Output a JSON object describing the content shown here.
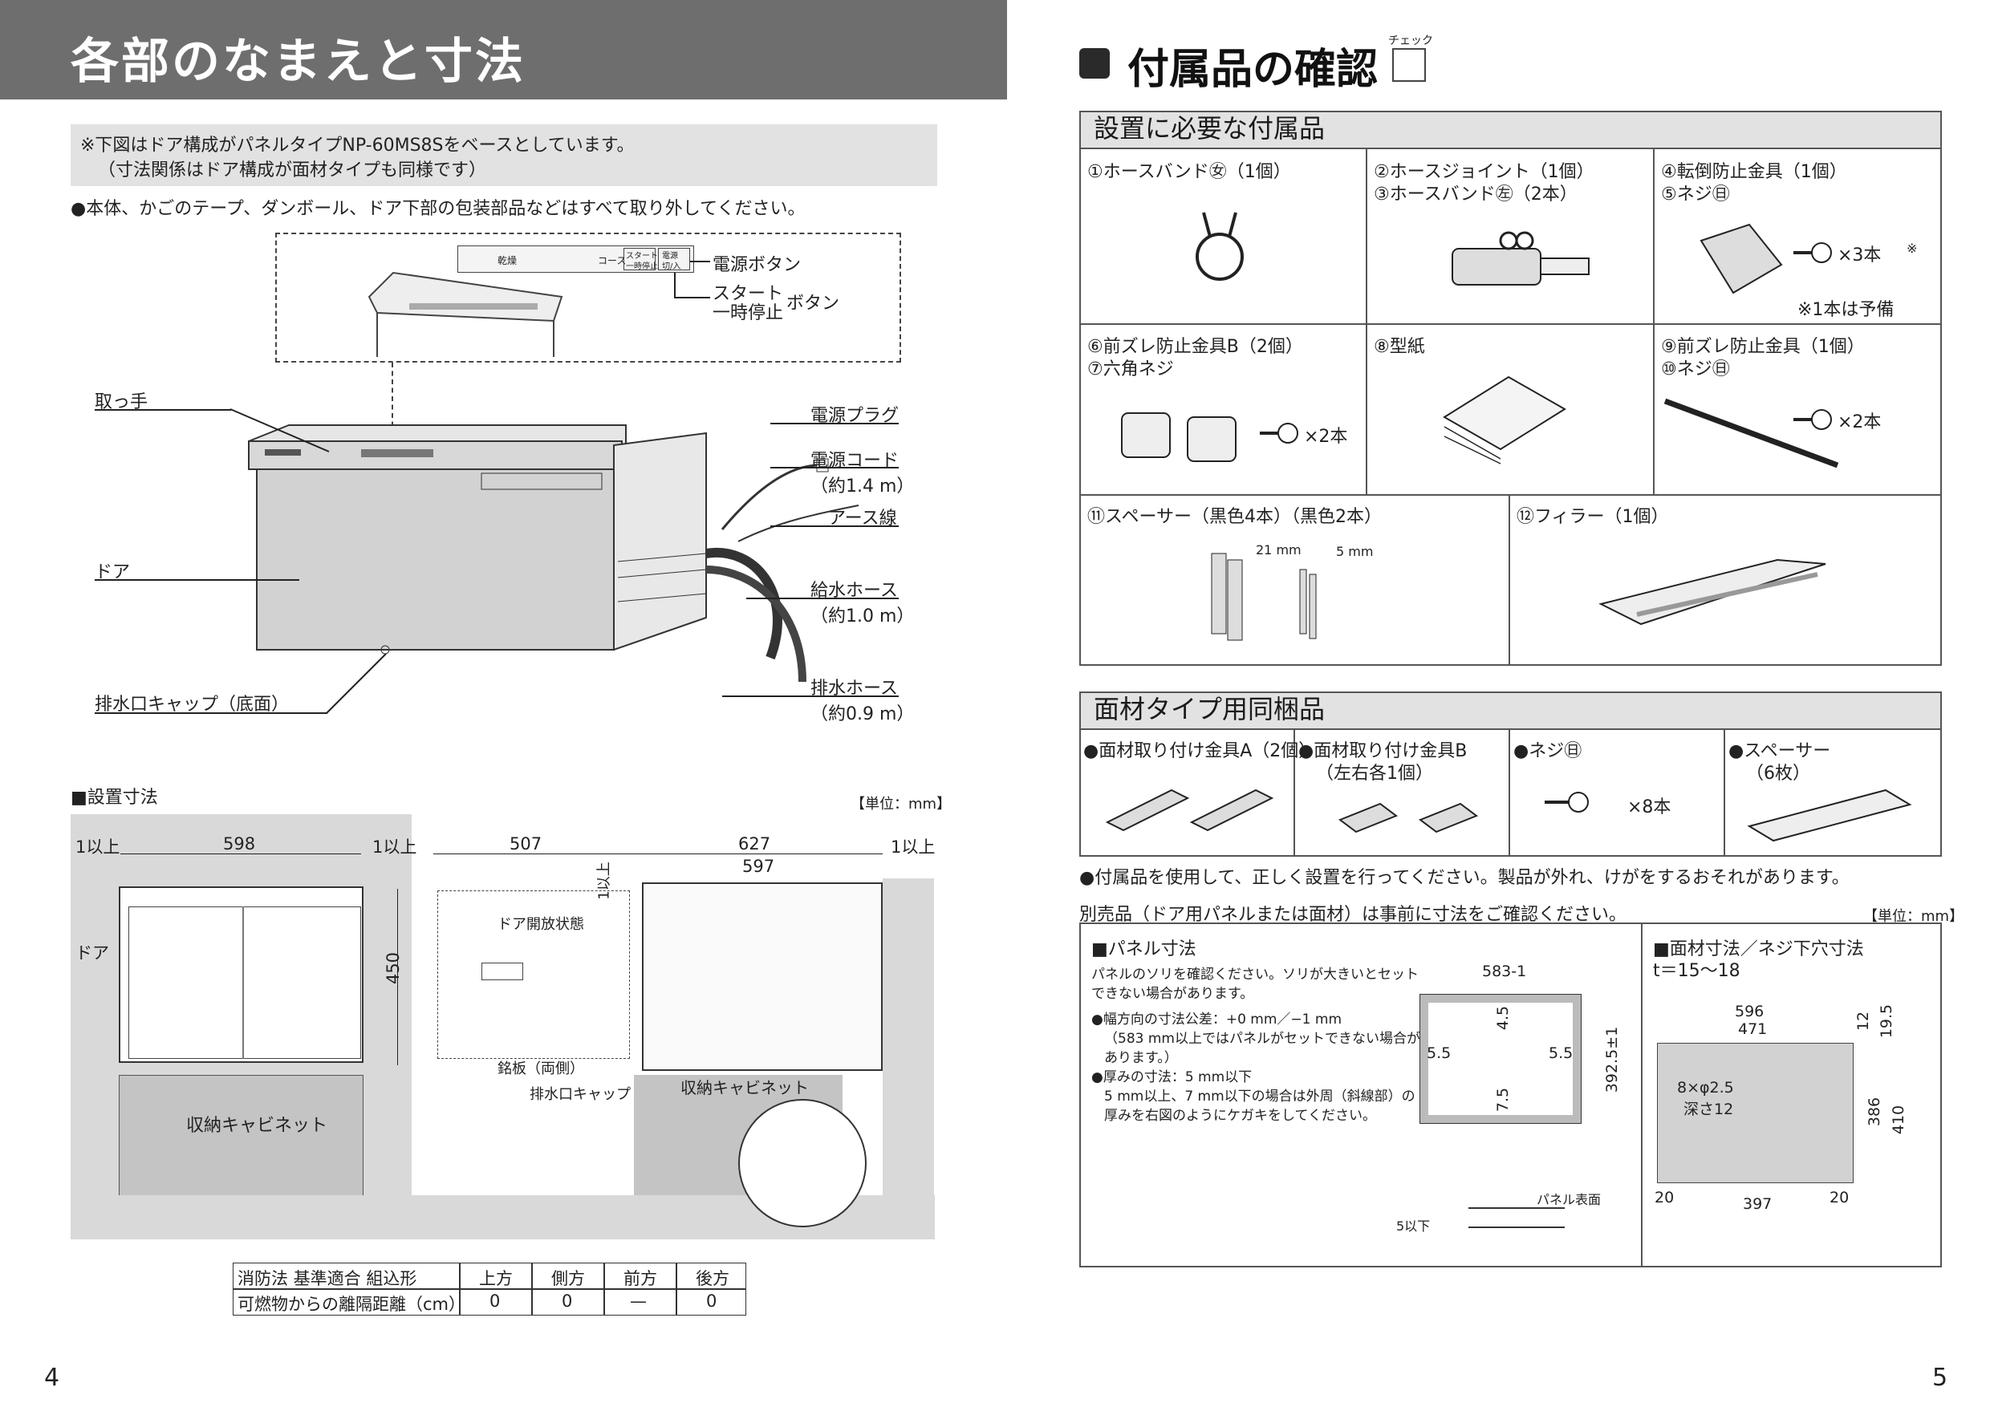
{
  "left": {
    "title": "各部のなまえと寸法",
    "note1": "※下図はドア構成がパネルタイプNP-60MS8Sをベースとしています。",
    "note2": "（寸法関係はドア構成が面材タイプも同様です）",
    "bullet": "●本体、かごのテープ、ダンボール、ドア下部の包装部品などはすべて取り外してください。",
    "panel": {
      "dry": "乾燥",
      "course": "コース",
      "start_line1": "スタート",
      "start_line2": "一時停止",
      "power_line1": "電源",
      "power_line2": "切/入"
    },
    "callouts": {
      "power_button": "電源ボタン",
      "start1": "スタート",
      "start2": "一時停止",
      "start_suffix": "ボタン",
      "handle": "取っ手",
      "plug": "電源プラグ",
      "cord": "電源コード",
      "cord_len": "（約1.4 m）",
      "earth": "アース線",
      "supply_hose": "給水ホース",
      "supply_len": "（約1.0 m）",
      "door": "ドア",
      "drain_hose": "排水ホース",
      "drain_len": "（約0.9 m）",
      "drain_cap": "排水口キャップ（底面）"
    },
    "install": {
      "heading": "■設置寸法",
      "unit": "【単位：mm】",
      "d_1a": "1以上",
      "d_598": "598",
      "d_1b": "1以上",
      "d_507": "507",
      "d_1c": "1以上",
      "d_627": "627",
      "d_597": "597",
      "d_1d": "1以上",
      "d_450": "450",
      "door": "ドア",
      "cabinet_front": "収納キャビネット",
      "door_open": "ドア開放状態",
      "nameplate": "銘板（両側）",
      "drain_cap": "排水口キャップ",
      "cabinet_side": "収納キャビネット"
    },
    "fire_table": {
      "r1c1": "消防法 基準適合 組込形",
      "r2c1": "可燃物からの離隔距離（cm）",
      "headers": [
        "上方",
        "側方",
        "前方",
        "後方"
      ],
      "values": [
        "0",
        "0",
        "—",
        "0"
      ]
    },
    "page": "4"
  },
  "right": {
    "title": "付属品の確認",
    "check": "チェック",
    "install_acc": {
      "heading": "設置に必要な付属品",
      "c1": "①ホースバンド㊛（1個）",
      "c2a": "②ホースジョイント（1個）",
      "c2b": "③ホースバンド㊧（2本）",
      "c3a": "④転倒防止金具（1個）",
      "c3b": "⑤ネジ㊐",
      "c3_qty": "×3本",
      "c3_mark": "※",
      "c3_note": "※1本は予備",
      "c4a": "⑥前ズレ防止金具B（2個）",
      "c4b": "⑦六角ネジ",
      "c4_qty": "×2本",
      "c5": "⑧型紙",
      "c6a": "⑨前ズレ防止金具（1個）",
      "c6b": "⑩ネジ㊐",
      "c6_qty": "×2本",
      "c7": "⑪スペーサー（黒色4本）（黒色2本）",
      "c7_d1": "21 mm",
      "c7_d2": "5 mm",
      "c8": "⑫フィラー（1個）"
    },
    "material_acc": {
      "heading": "面材タイプ用同梱品",
      "m1": "●面材取り付け金具A（2個）",
      "m2a": "●面材取り付け金具B",
      "m2b": "（左右各1個）",
      "m3": "●ネジ㊐",
      "m3_qty": "×8本",
      "m4a": "●スペーサー",
      "m4b": "（6枚）"
    },
    "warning": "●付属品を使用して、正しく設置を行ってください。製品が外れ、けがをするおそれがあります。",
    "separate": "別売品（ドア用パネルまたは面材）は事前に寸法をご確認ください。",
    "unit": "【単位：mm】",
    "panel_dims": {
      "heading": "■パネル寸法",
      "p1": "パネルのソリを確認ください。ソリが大きいとセット",
      "p2": "できない場合があります。",
      "p3": "●幅方向の寸法公差：+0 mm／−1 mm",
      "p4": "（583 mm以上ではパネルがセットできない場合が",
      "p5": "あります。）",
      "p6": "●厚みの寸法：5 mm以下",
      "p7": "5 mm以上、7 mm以下の場合は外周（斜線部）の",
      "p8": "厚みを右図のようにケガキをしてください。",
      "d583": "583-1",
      "d45": "4.5",
      "d55a": "5.5",
      "d55b": "5.5",
      "d75": "7.5",
      "d3925": "392.5±1",
      "surface": "パネル表面",
      "under5": "5以下"
    },
    "material_dims": {
      "heading": "■面材寸法／ネジ下穴寸法",
      "t": "t＝15〜18",
      "d596": "596",
      "d471": "471",
      "d12": "12",
      "d195": "19.5",
      "holes": "8×φ2.5",
      "depth": "深さ12",
      "d386": "386",
      "d410": "410",
      "d20a": "20",
      "d397": "397",
      "d20b": "20"
    },
    "page": "5"
  }
}
